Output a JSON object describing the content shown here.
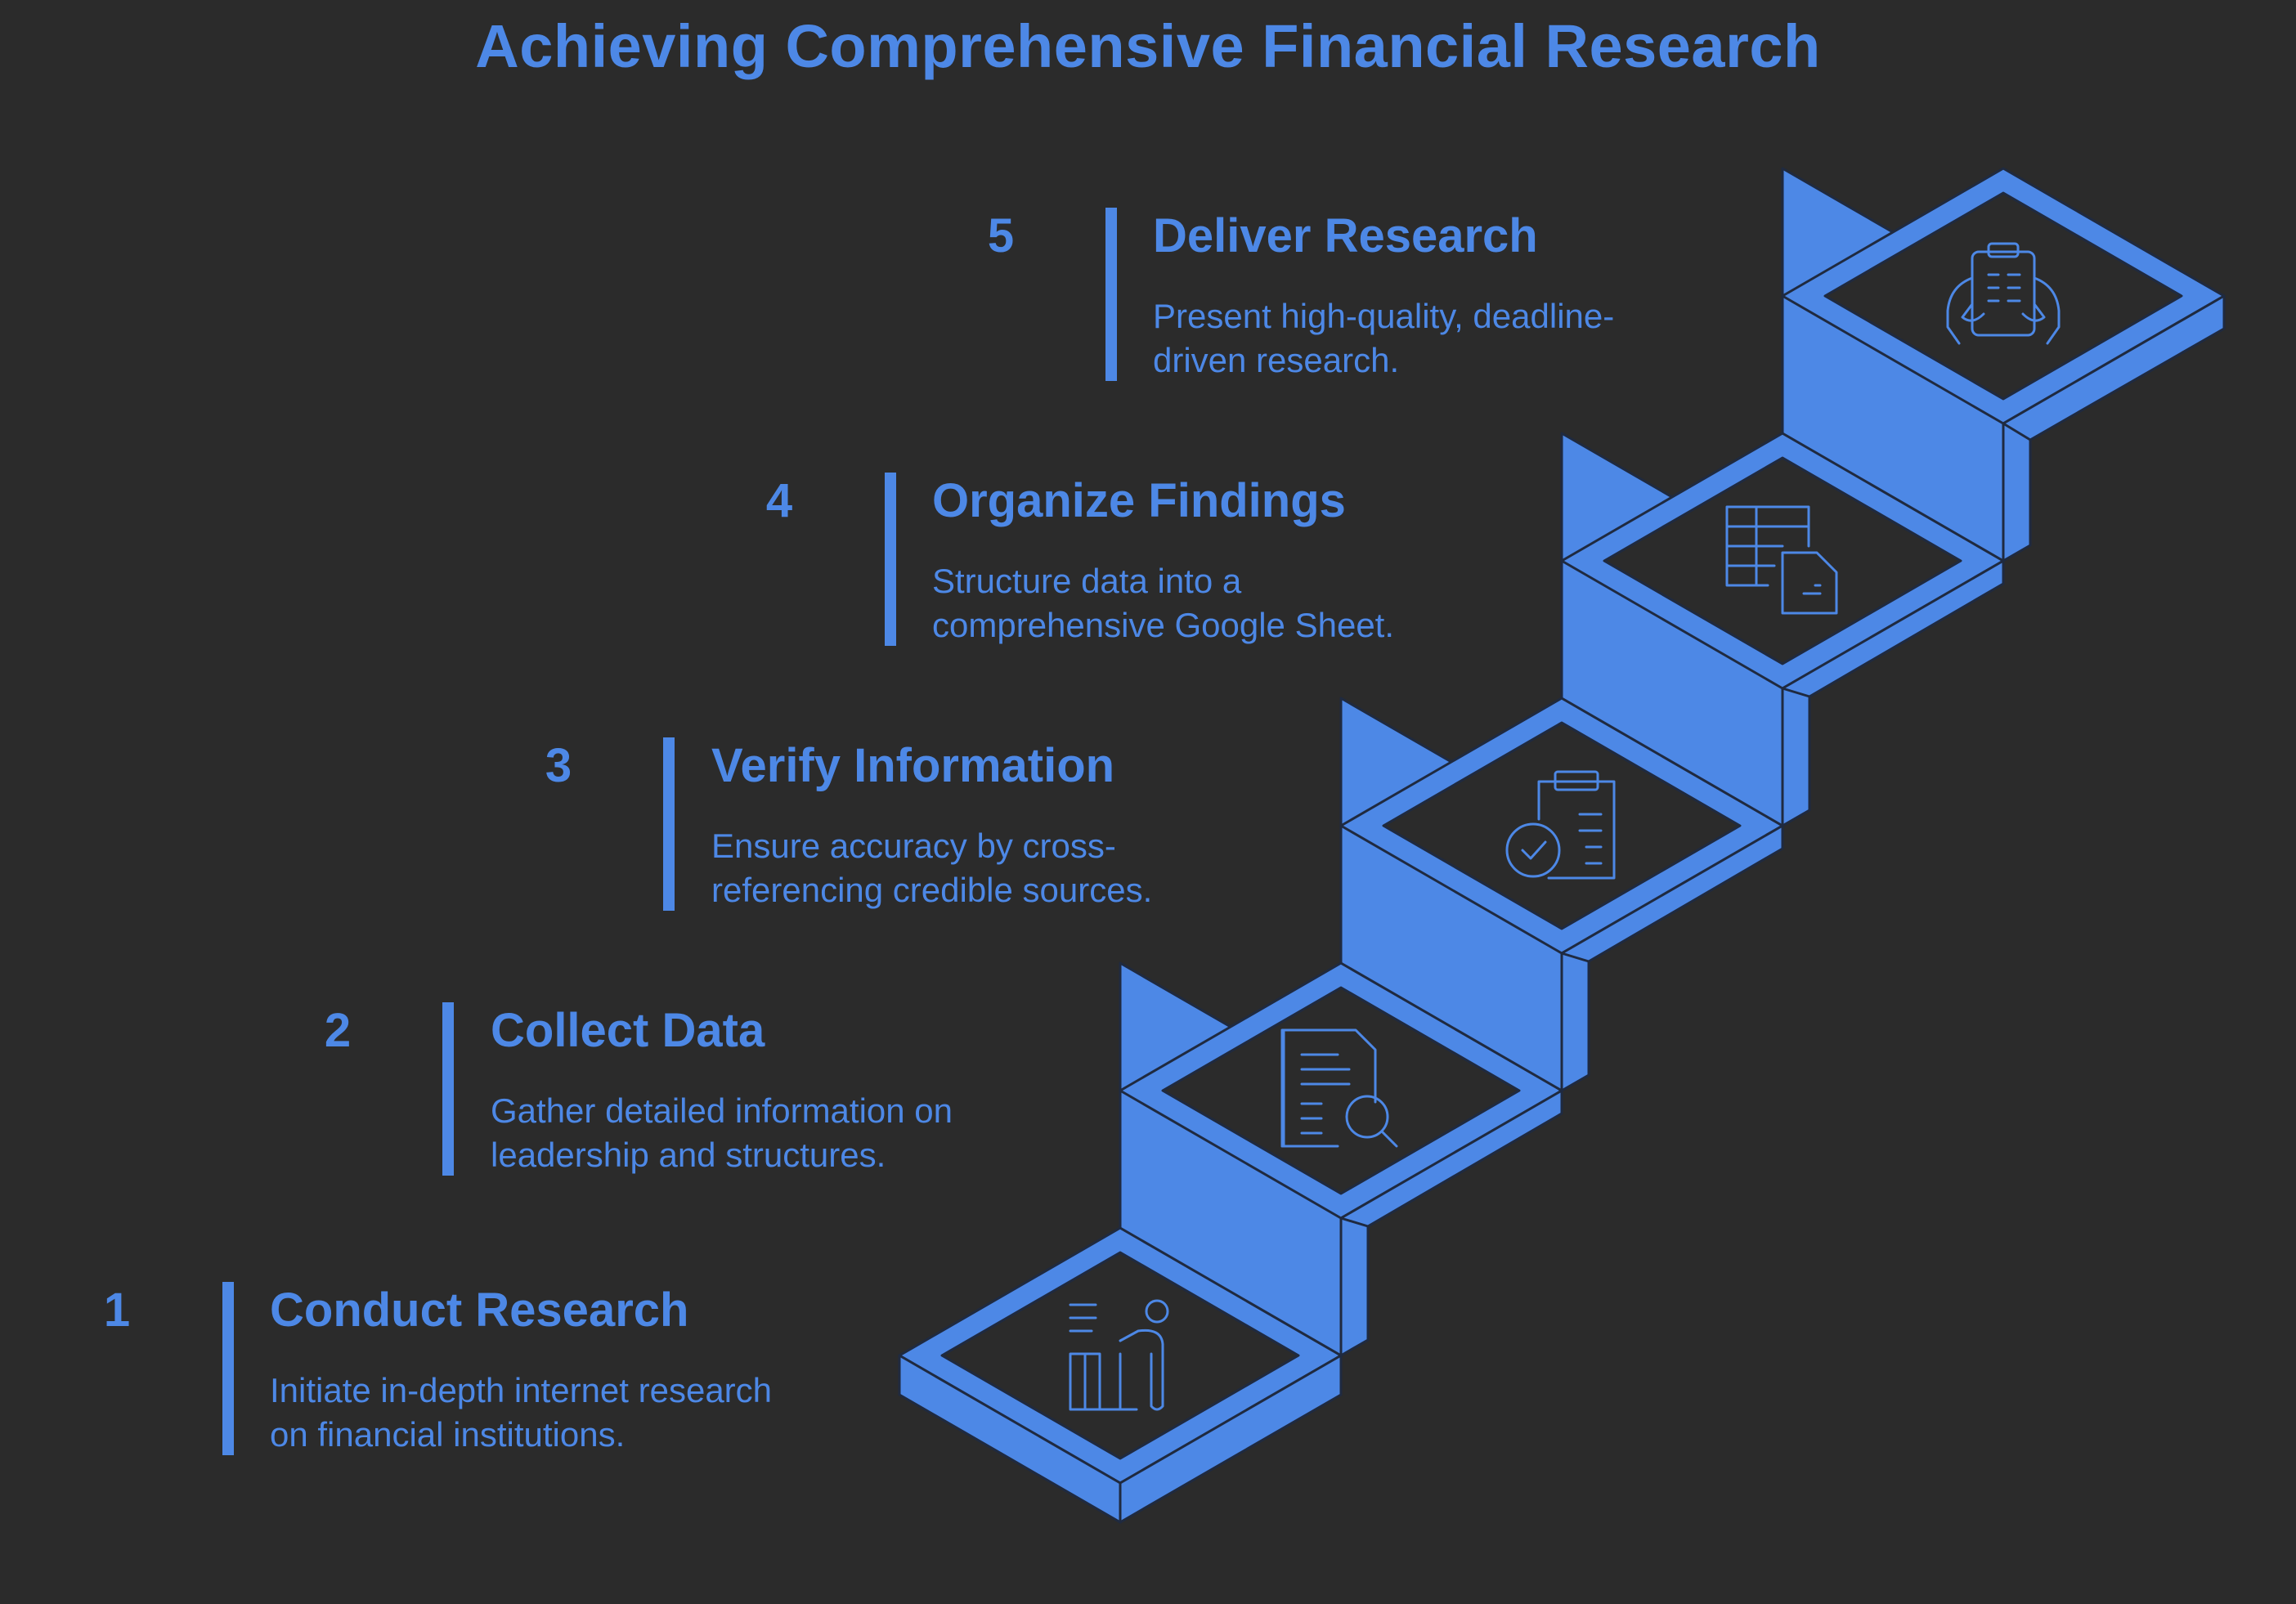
{
  "title": "Achieving Comprehensive Financial Research",
  "colors": {
    "background": "#2b2b2b",
    "accent": "#4d88e6",
    "outline": "#1f2a40"
  },
  "steps": [
    {
      "number": "1",
      "title": "Conduct Research",
      "desc_line1": "Initiate in-depth internet research",
      "desc_line2": "on financial institutions.",
      "icon": "researcher-at-desk-icon"
    },
    {
      "number": "2",
      "title": "Collect Data",
      "desc_line1": "Gather detailed information on",
      "desc_line2": "leadership and structures.",
      "icon": "document-search-icon"
    },
    {
      "number": "3",
      "title": "Verify Information",
      "desc_line1": "Ensure accuracy by cross-",
      "desc_line2": "referencing credible sources.",
      "icon": "clipboard-check-icon"
    },
    {
      "number": "4",
      "title": "Organize Findings",
      "desc_line1": "Structure data into a",
      "desc_line2": "comprehensive Google Sheet.",
      "icon": "spreadsheet-document-icon"
    },
    {
      "number": "5",
      "title": "Deliver Research",
      "desc_line1": "Present high-quality, deadline-",
      "desc_line2": "driven research.",
      "icon": "hands-holding-report-icon"
    }
  ]
}
